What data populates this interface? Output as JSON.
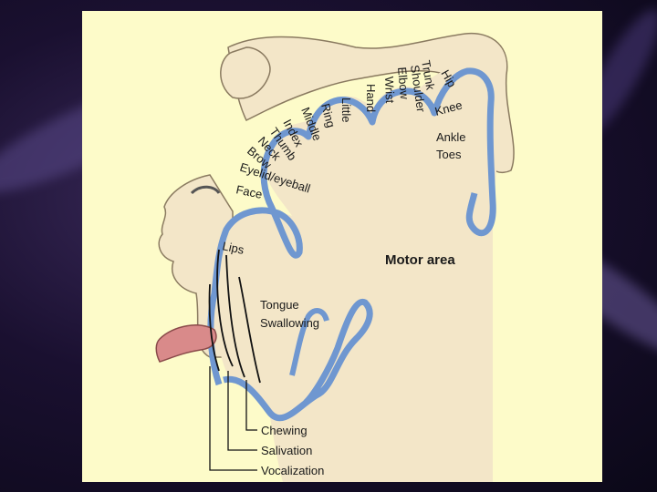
{
  "diagram": {
    "title": "Motor area",
    "body_labels": [
      "Hip",
      "Trunk",
      "Shoulder",
      "Elbow",
      "Wrist",
      "Hand",
      "Little",
      "Ring",
      "Middle",
      "Index",
      "Thumb",
      "Neck",
      "Brow",
      "Eyelid/eyeball",
      "Face",
      "Knee",
      "Ankle",
      "Toes",
      "Lips"
    ],
    "mid_labels": [
      "Tongue",
      "Swallowing"
    ],
    "bottom_labels": [
      "Chewing",
      "Salivation",
      "Vocalization"
    ]
  },
  "colors": {
    "cortex_blue": "#6f97d0",
    "tissue": "#f3e6c8",
    "tongue": "#d98a8a",
    "panel_bg": "#fdfbc9"
  }
}
